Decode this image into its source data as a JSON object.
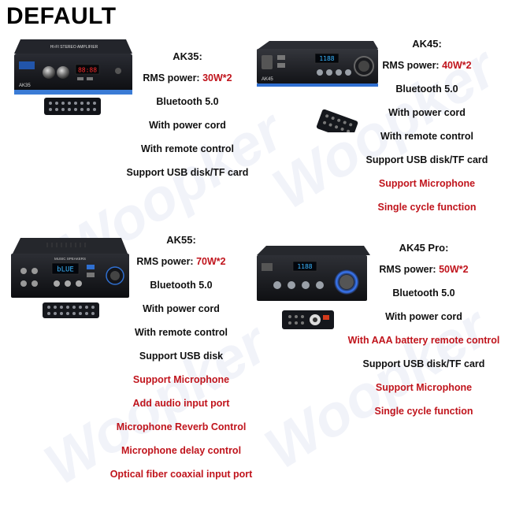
{
  "header": {
    "title": "DEFAULT"
  },
  "watermark": {
    "text": "Woopker"
  },
  "colors": {
    "accent_red": "#c0141c",
    "text": "#111111",
    "panel": "#1b1c20",
    "display_blue": "#3ab6ff"
  },
  "products": {
    "ak35": {
      "name": "AK35:",
      "rms_label": "RMS power: ",
      "rms_value": "30W*2",
      "features": [
        "Bluetooth 5.0",
        "With power cord",
        "With remote control",
        "Support USB disk/TF card"
      ],
      "red_features": [],
      "device": {
        "top_label": "HI-FI STEREO AMPLIFIER",
        "model": "AK35",
        "display": "88:88"
      }
    },
    "ak45": {
      "name": "AK45:",
      "rms_label": "RMS power: ",
      "rms_value": "40W*2",
      "features": [
        "Bluetooth 5.0",
        "With power cord",
        "With remote control",
        "Support USB disk/TF card"
      ],
      "red_features": [
        "Support Microphone",
        "Single cycle function"
      ],
      "device": {
        "model": "AK45",
        "display": "1188"
      }
    },
    "ak55": {
      "name": "AK55:",
      "rms_label": "RMS power: ",
      "rms_value": "70W*2",
      "features": [
        "Bluetooth 5.0",
        "With power cord",
        "With remote control",
        "Support USB disk"
      ],
      "red_features": [
        "Support Microphone",
        "Add audio input port",
        "Microphone Reverb Control",
        "Microphone delay control",
        "Optical fiber coaxial input port"
      ],
      "device": {
        "top_label": "MUSIC SPEAKERS",
        "display": "bLUE"
      }
    },
    "ak45pro": {
      "name": "AK45 Pro:",
      "rms_label": "RMS power: ",
      "rms_value": "50W*2",
      "features": [
        "Bluetooth 5.0",
        "With power cord"
      ],
      "red_features_mid": [
        "With AAA battery remote control"
      ],
      "features_after": [
        "Support USB disk/TF card"
      ],
      "red_features": [
        "Support Microphone",
        "Single cycle function"
      ],
      "device": {
        "display": "1188"
      }
    }
  }
}
